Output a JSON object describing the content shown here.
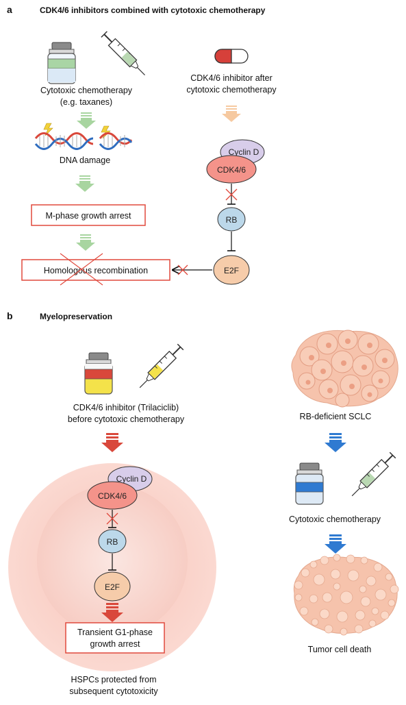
{
  "panel_a": {
    "letter": "a",
    "title": "CDK4/6 inhibitors combined with cytotoxic chemotherapy",
    "chemo_label_line1": "Cytotoxic chemotherapy",
    "chemo_label_line2": "(e.g. taxanes)",
    "inhibitor_label_line1": "CDK4/6 inhibitor after",
    "inhibitor_label_line2": "cytotoxic chemotherapy",
    "dna_damage": "DNA damage",
    "m_phase_arrest": "M-phase growth arrest",
    "homologous_recombination": "Homologous recombination",
    "cyclin_d": "Cyclin D",
    "cdk46": "CDK4/6",
    "rb": "RB",
    "e2f": "E2F"
  },
  "panel_b": {
    "letter": "b",
    "title": "Myelopreservation",
    "inhibitor_label_line1": "CDK4/6 inhibitor (Trilaciclib)",
    "inhibitor_label_line2": "before cytotoxic chemotherapy",
    "cyclin_d": "Cyclin D",
    "cdk46": "CDK4/6",
    "rb": "RB",
    "e2f": "E2F",
    "g1_arrest_line1": "Transient G1-phase",
    "g1_arrest_line2": "growth arrest",
    "hspc_line1": "HSPCs protected from",
    "hspc_line2": "subsequent cytotoxicity",
    "rb_deficient": "RB-deficient SCLC",
    "cytotoxic_chemo": "Cytotoxic chemotherapy",
    "tumor_death": "Tumor cell death"
  },
  "colors": {
    "green_arrow": "#a8d5a0",
    "peach_arrow": "#f6c9a0",
    "red_arrow": "#d9483b",
    "blue_arrow": "#2f7ad1",
    "red_box": "#e0483c",
    "cyclin": "#d8cdea",
    "cdk": "#f4938a",
    "rb": "#bcd8ea",
    "e2f": "#f6ccaa"
  },
  "icons": [
    "vial-icon",
    "syringe-icon",
    "capsule-icon",
    "dna-icon",
    "lightning-icon",
    "tumor-cluster-icon",
    "dead-tumor-icon",
    "cell-halo"
  ]
}
